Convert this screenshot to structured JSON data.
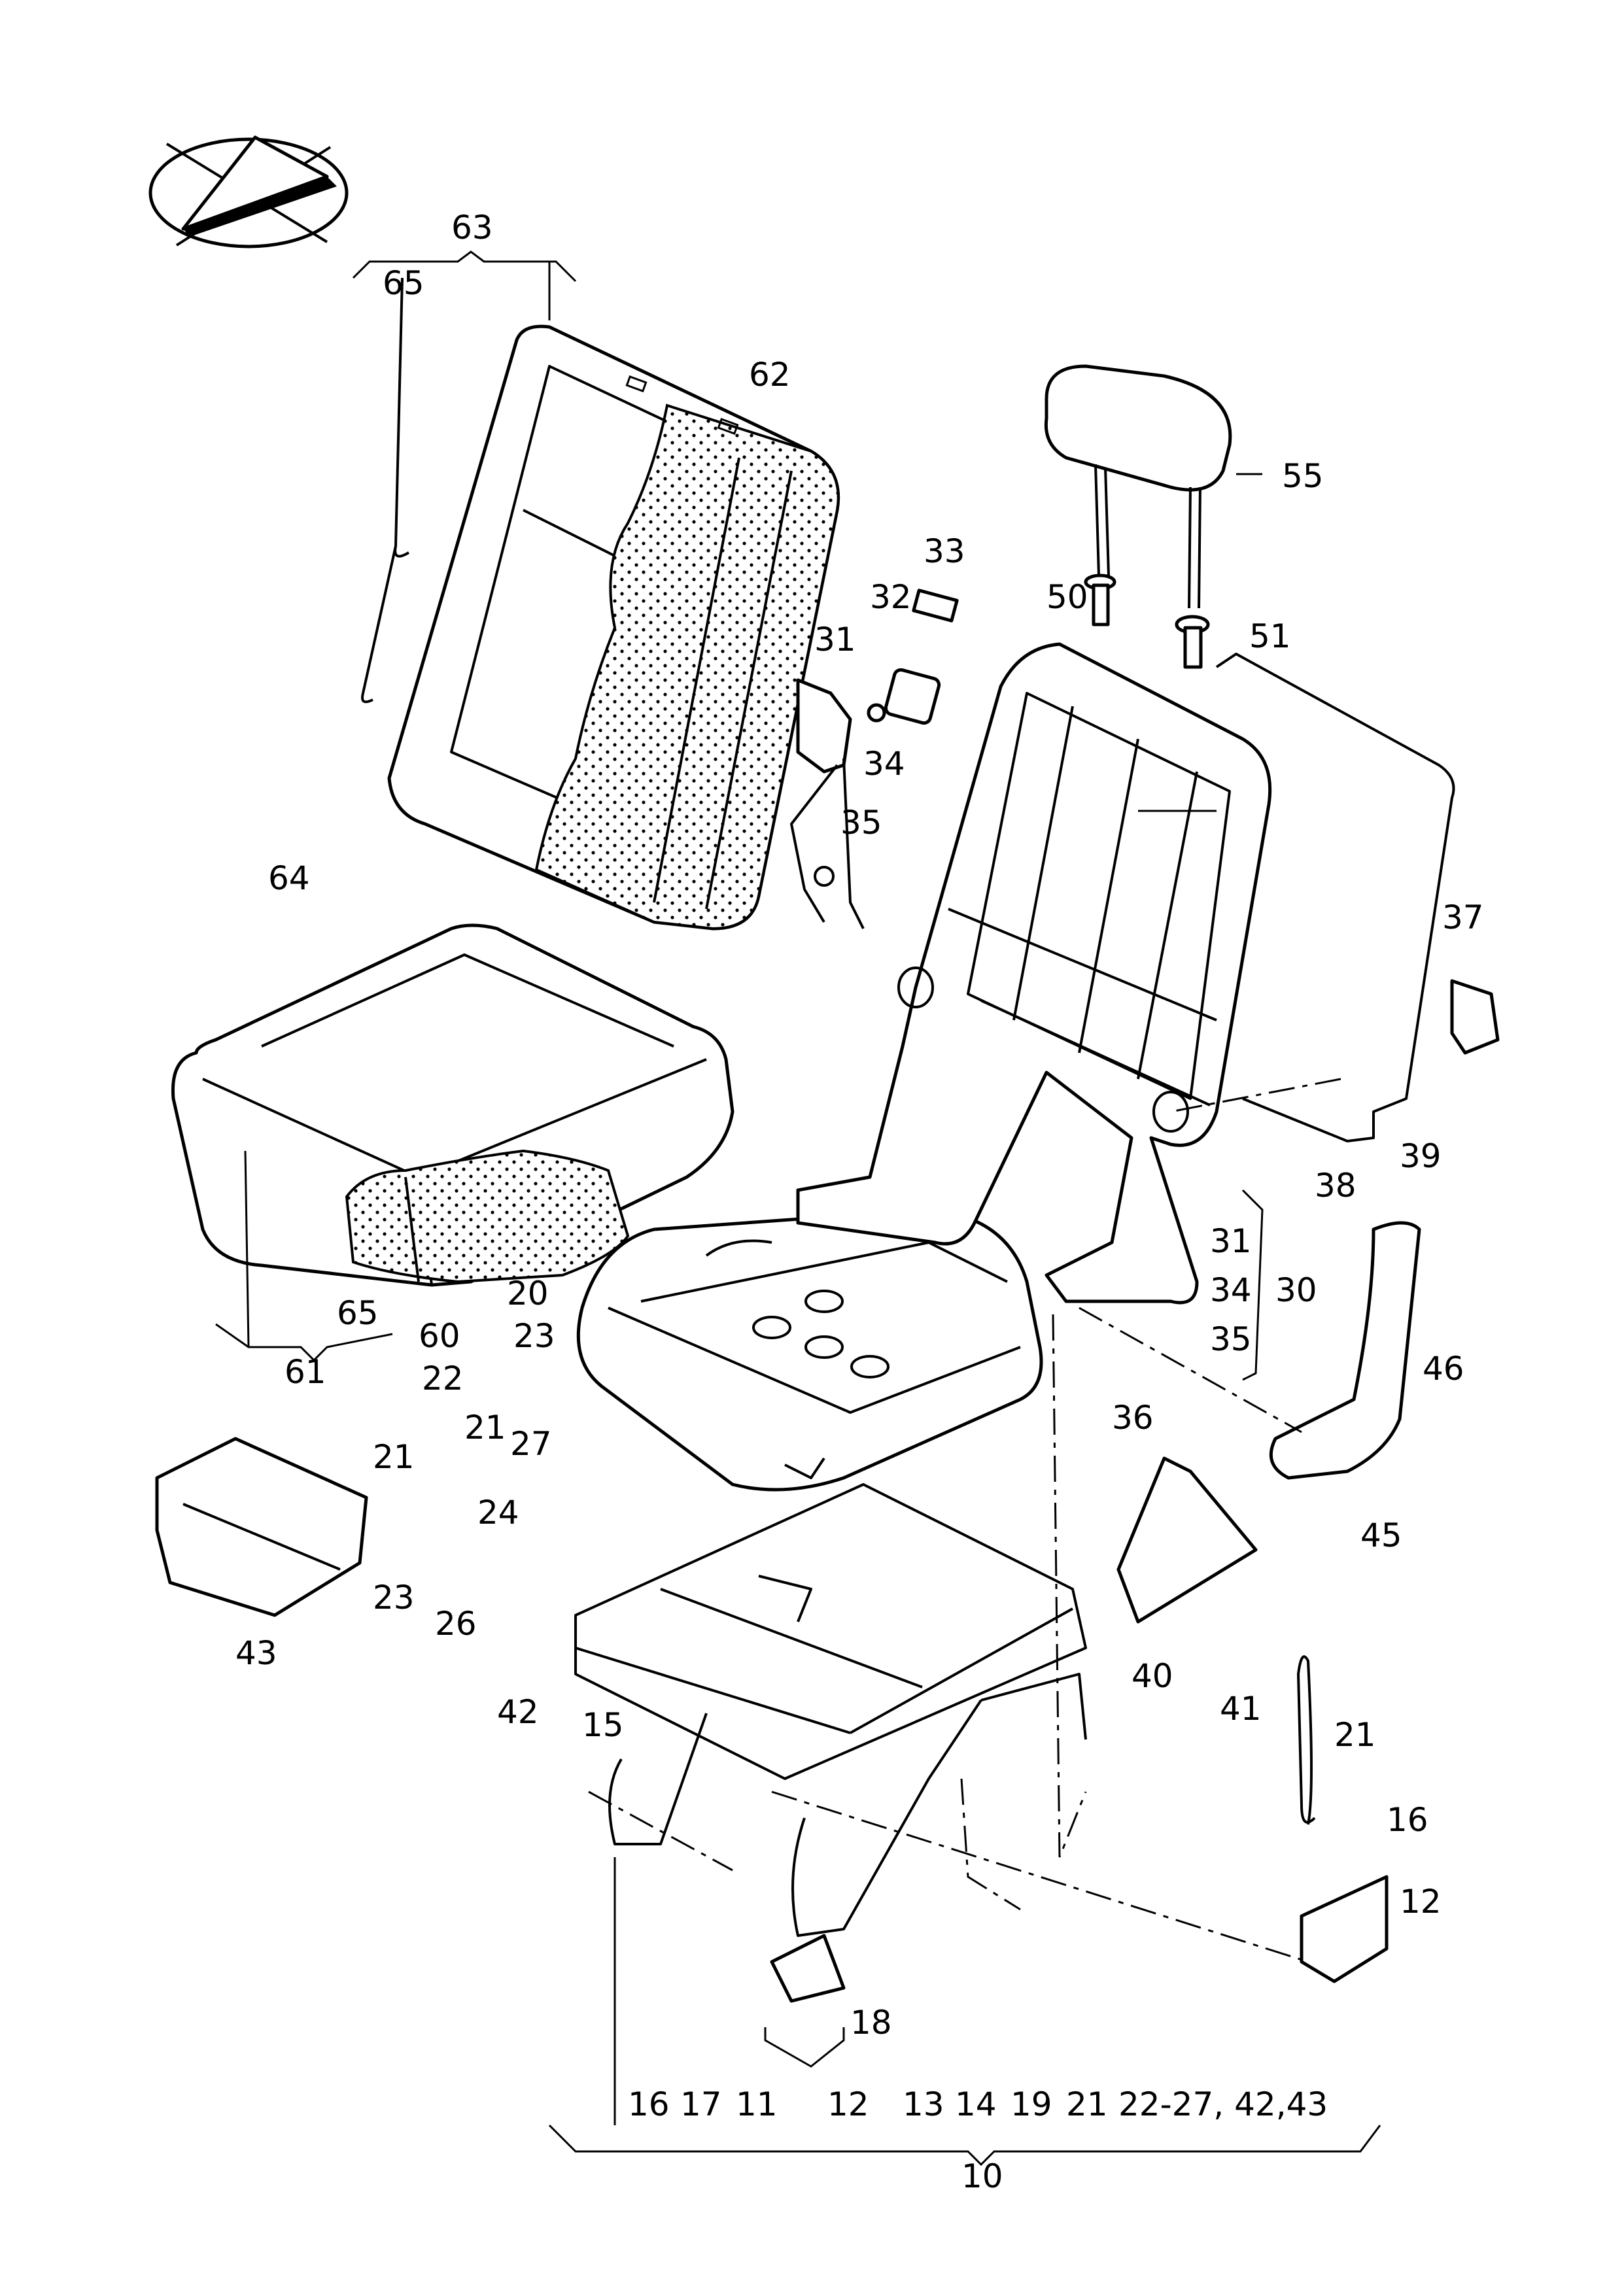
{
  "labels": {
    "l63": "63",
    "l65a": "65",
    "l62": "62",
    "l55": "55",
    "l33": "33",
    "l32": "32",
    "l50": "50",
    "l51": "51",
    "l31a": "31",
    "l34a": "34",
    "l35a": "35",
    "l64": "64",
    "l37": "37",
    "l39": "39",
    "l38": "38",
    "l31b": "31",
    "l34b": "34",
    "l30": "30",
    "l35b": "35",
    "l20": "20",
    "l60": "60",
    "l65b": "65",
    "l61": "61",
    "l23a": "23",
    "l22a": "22",
    "l36": "36",
    "l46": "46",
    "l21a": "21",
    "l21b": "21",
    "l27": "27",
    "l45": "45",
    "l24": "24",
    "l23b": "23",
    "l26": "26",
    "l43": "43",
    "l40": "40",
    "l41": "41",
    "l21c": "21",
    "l15": "15",
    "l42": "42",
    "l16a": "16",
    "l12a": "12",
    "l18": "18",
    "b16": "16",
    "b17": "17",
    "b11": "11",
    "b12": "12",
    "b13": "13",
    "b14": "14",
    "b19": "19",
    "b21": "21",
    "b22": "22-27, 42,43",
    "b10": "10"
  }
}
